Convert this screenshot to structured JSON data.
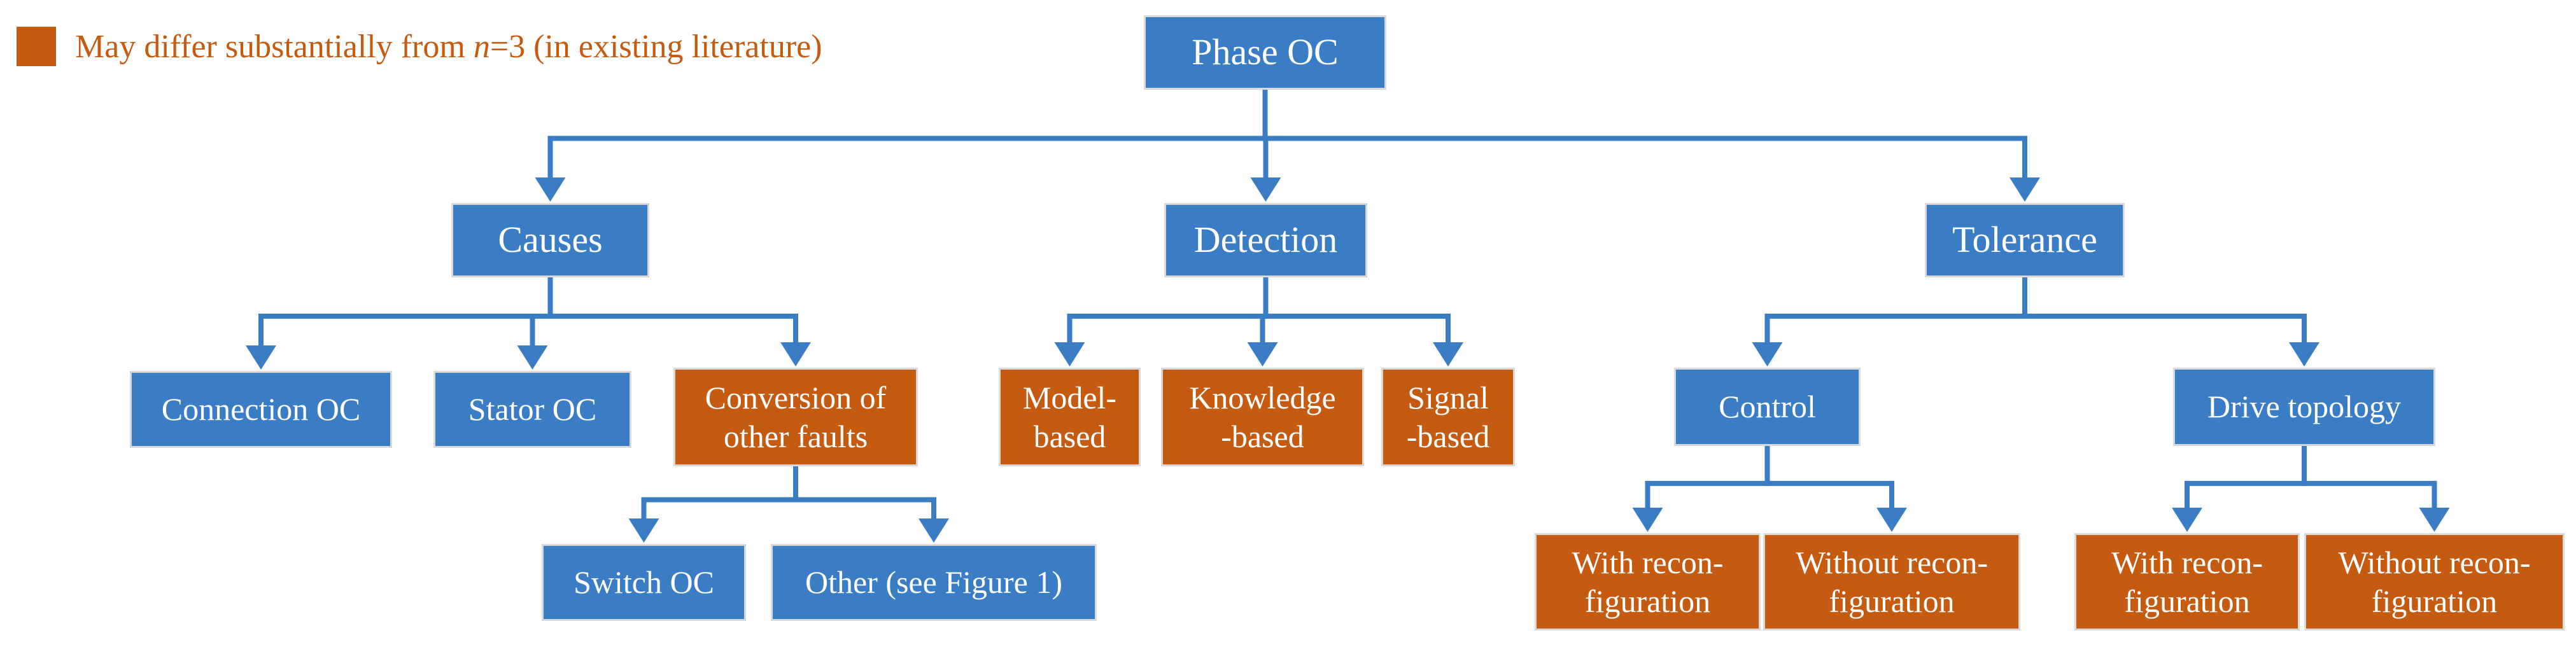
{
  "colors": {
    "common": "#3a7dc4",
    "different": "#c55a11",
    "connector": "#3a7dc4"
  },
  "legend": {
    "prefix": "May differ substantially from ",
    "variable": "n",
    "suffix": "=3 (in existing literature)"
  },
  "nodes": {
    "root": {
      "label": "Phase OC",
      "category": "common"
    },
    "causes": {
      "label": "Causes",
      "category": "common"
    },
    "detection": {
      "label": "Detection",
      "category": "common"
    },
    "tolerance": {
      "label": "Tolerance",
      "category": "common"
    },
    "connection_oc": {
      "label": "Connection OC",
      "category": "common"
    },
    "stator_oc": {
      "label": "Stator OC",
      "category": "common"
    },
    "conversion": {
      "label": "Conversion of\nother faults",
      "category": "different"
    },
    "switch_oc": {
      "label": "Switch OC",
      "category": "common"
    },
    "other": {
      "label": "Other (see Figure 1)",
      "category": "common"
    },
    "model_based": {
      "label": "Model-\nbased",
      "category": "different"
    },
    "knowledge_based": {
      "label": "Knowledge\n-based",
      "category": "different"
    },
    "signal_based": {
      "label": "Signal\n-based",
      "category": "different"
    },
    "control": {
      "label": "Control",
      "category": "common"
    },
    "drive_topology": {
      "label": "Drive topology",
      "category": "common"
    },
    "control_with": {
      "label": "With recon-\nfiguration",
      "category": "different"
    },
    "control_without": {
      "label": "Without recon-\nfiguration",
      "category": "different"
    },
    "topology_with": {
      "label": "With recon-\nfiguration",
      "category": "different"
    },
    "topology_without": {
      "label": "Without recon-\nfiguration",
      "category": "different"
    }
  },
  "edges": [
    [
      "root",
      "causes"
    ],
    [
      "root",
      "detection"
    ],
    [
      "root",
      "tolerance"
    ],
    [
      "causes",
      "connection_oc"
    ],
    [
      "causes",
      "stator_oc"
    ],
    [
      "causes",
      "conversion"
    ],
    [
      "conversion",
      "switch_oc"
    ],
    [
      "conversion",
      "other"
    ],
    [
      "detection",
      "model_based"
    ],
    [
      "detection",
      "knowledge_based"
    ],
    [
      "detection",
      "signal_based"
    ],
    [
      "tolerance",
      "control"
    ],
    [
      "tolerance",
      "drive_topology"
    ],
    [
      "control",
      "control_with"
    ],
    [
      "control",
      "control_without"
    ],
    [
      "drive_topology",
      "topology_with"
    ],
    [
      "drive_topology",
      "topology_without"
    ]
  ]
}
